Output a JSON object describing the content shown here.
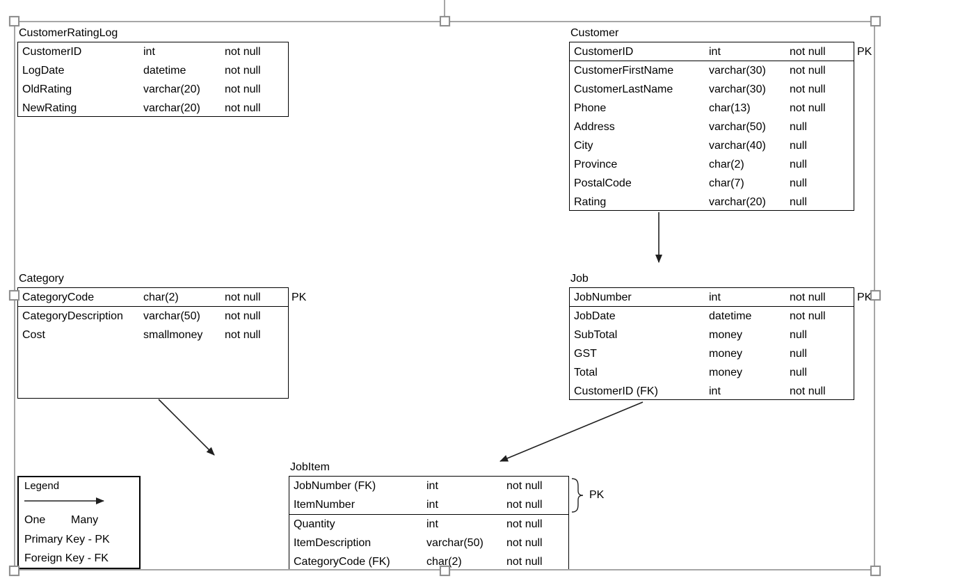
{
  "tables": {
    "customerRatingLog": {
      "title": "CustomerRatingLog",
      "rows": [
        {
          "name": "CustomerID",
          "type": "int",
          "nullable": "not null"
        },
        {
          "name": "LogDate",
          "type": "datetime",
          "nullable": "not null"
        },
        {
          "name": "OldRating",
          "type": "varchar(20)",
          "nullable": "not null"
        },
        {
          "name": "NewRating",
          "type": "varchar(20)",
          "nullable": "not null"
        }
      ]
    },
    "customer": {
      "title": "Customer",
      "pk": "PK",
      "rows": [
        {
          "name": "CustomerID",
          "type": "int",
          "nullable": "not null"
        },
        {
          "name": "CustomerFirstName",
          "type": "varchar(30)",
          "nullable": "not null"
        },
        {
          "name": "CustomerLastName",
          "type": "varchar(30)",
          "nullable": "not null"
        },
        {
          "name": "Phone",
          "type": "char(13)",
          "nullable": "not null"
        },
        {
          "name": "Address",
          "type": "varchar(50)",
          "nullable": "null"
        },
        {
          "name": "City",
          "type": "varchar(40)",
          "nullable": "null"
        },
        {
          "name": "Province",
          "type": "char(2)",
          "nullable": "null"
        },
        {
          "name": "PostalCode",
          "type": "char(7)",
          "nullable": "null"
        },
        {
          "name": "Rating",
          "type": "varchar(20)",
          "nullable": "null"
        }
      ]
    },
    "category": {
      "title": "Category",
      "pk": "PK",
      "rows": [
        {
          "name": "CategoryCode",
          "type": "char(2)",
          "nullable": "not null"
        },
        {
          "name": "CategoryDescription",
          "type": "varchar(50)",
          "nullable": "not null"
        },
        {
          "name": "Cost",
          "type": "smallmoney",
          "nullable": "not null"
        }
      ]
    },
    "job": {
      "title": "Job",
      "pk": "PK",
      "rows": [
        {
          "name": "JobNumber",
          "type": "int",
          "nullable": "not null"
        },
        {
          "name": "JobDate",
          "type": "datetime",
          "nullable": "not null"
        },
        {
          "name": "SubTotal",
          "type": "money",
          "nullable": "null"
        },
        {
          "name": "GST",
          "type": "money",
          "nullable": "null"
        },
        {
          "name": "Total",
          "type": "money",
          "nullable": "null"
        },
        {
          "name": "CustomerID (FK)",
          "type": "int",
          "nullable": "not null"
        }
      ]
    },
    "jobItem": {
      "title": "JobItem",
      "pk": "PK",
      "rows": [
        {
          "name": "JobNumber (FK)",
          "type": "int",
          "nullable": "not null"
        },
        {
          "name": "ItemNumber",
          "type": "int",
          "nullable": "not null"
        },
        {
          "name": "Quantity",
          "type": "int",
          "nullable": "not null"
        },
        {
          "name": "ItemDescription",
          "type": "varchar(50)",
          "nullable": "not null"
        },
        {
          "name": "CategoryCode (FK)",
          "type": "char(2)",
          "nullable": "not null"
        }
      ]
    }
  },
  "legend": {
    "title": "Legend",
    "one": "One",
    "many": "Many",
    "primary": "Primary Key - PK",
    "foreign": "Foreign Key - FK"
  },
  "colors": {
    "background": "#ffffff",
    "table_border": "#000000",
    "text": "#000000",
    "arrow": "#1f1f1f",
    "selection_frame": "#a6a6a6",
    "handle_fill": "#ffffff",
    "handle_border": "#8f8f8f"
  }
}
